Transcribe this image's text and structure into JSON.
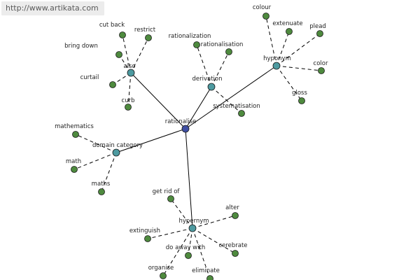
{
  "watermark": "http://www.artikata.com",
  "colors": {
    "center_node": "#3f4fa3",
    "relation_node": "#4d9aa0",
    "word_node": "#4e8a3e",
    "edge": "#000000",
    "text": "#1f1f1f"
  },
  "graph": {
    "center": {
      "id": "rationalise",
      "label": "rationalise"
    },
    "relations": [
      {
        "id": "also",
        "label": "also",
        "terms": [
          "cut back",
          "restrict",
          "bring down",
          "curtail",
          "curb"
        ]
      },
      {
        "id": "derivation",
        "label": "derivation",
        "terms": [
          "rationalization",
          "rationalisation",
          "systematisation"
        ]
      },
      {
        "id": "hyponym",
        "label": "hyponym",
        "terms": [
          "colour",
          "extenuate",
          "plead",
          "color",
          "gloss"
        ]
      },
      {
        "id": "domain_category",
        "label": "domain category",
        "terms": [
          "mathematics",
          "math",
          "maths"
        ]
      },
      {
        "id": "hypernym",
        "label": "hypernym",
        "terms": [
          "get rid of",
          "alter",
          "extinguish",
          "do away with",
          "cerebrate",
          "organise",
          "eliminate"
        ]
      }
    ]
  }
}
